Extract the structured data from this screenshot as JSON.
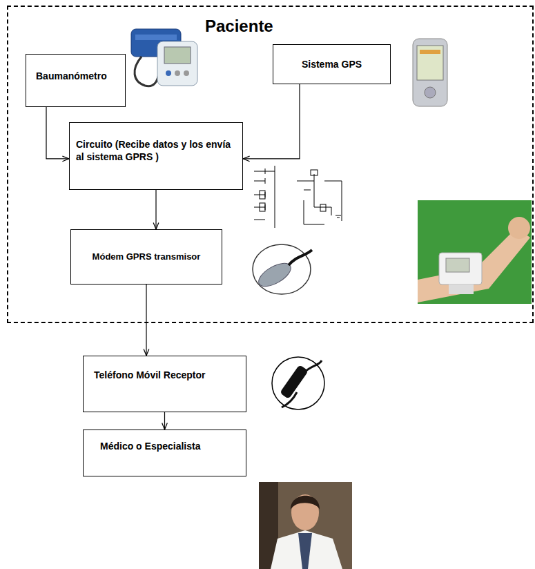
{
  "diagram": {
    "nodes": [
      {
        "text": [
          "Paciente"
        ]
      },
      {
        "text": [
          "Baumanómetro"
        ],
        "in": 0
      },
      {
        "text": [
          "Sistema GPS"
        ],
        "in": 0
      },
      {
        "text": [
          "Circuito (Recibe datos y los envía al sistema GPRS )"
        ],
        "in": 0
      },
      {
        "text": [
          "Módem GPRS transmisor"
        ],
        "in": 0
      },
      {
        "text": [
          "Teléfono Móvil Receptor"
        ]
      },
      {
        "text": [
          "Médico o Especialista"
        ]
      }
    ],
    "edges": [
      {
        "from": 1,
        "to": 3,
        "arrow": "to"
      },
      {
        "from": 2,
        "to": 3,
        "arrow": "to"
      },
      {
        "from": 3,
        "to": 4,
        "arrow": "to"
      },
      {
        "from": 4,
        "to": 5,
        "arrow": "to"
      },
      {
        "from": 5,
        "to": 6,
        "arrow": "to"
      }
    ]
  }
}
